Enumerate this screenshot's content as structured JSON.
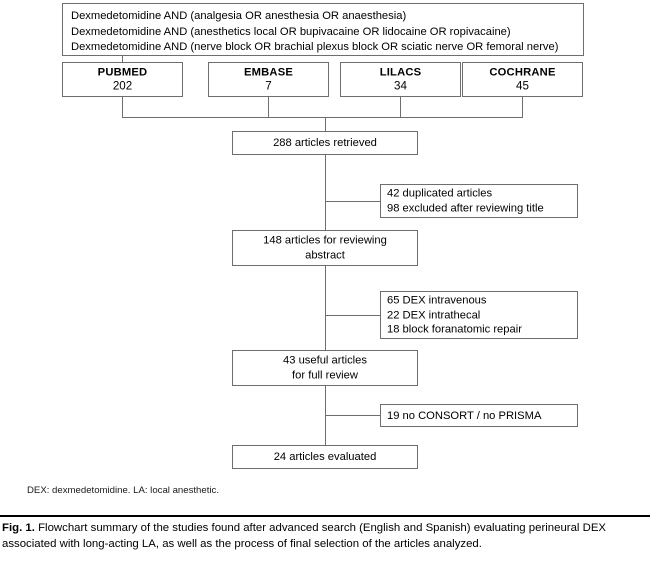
{
  "figure": {
    "label": "Fig. 1.",
    "caption": " Flowchart summary of the studies found after advanced search (English and Spanish) evaluating perineural DEX associated with long-acting LA, as well as the process of final selection of the articles analyzed.",
    "footnote": "DEX: dexmedetomidine. LA: local anesthetic."
  },
  "search_query": {
    "lines": [
      "Dexmedetomidine AND (analgesia OR anesthesia OR anaesthesia)",
      "Dexmedetomidine AND (anesthetics local OR bupivacaine OR lidocaine OR ropivacaine)",
      "Dexmedetomidine AND (nerve block OR brachial plexus block OR sciatic nerve OR femoral nerve)"
    ]
  },
  "chart_data": {
    "type": "diagram",
    "title": "PRISMA-style article selection flowchart",
    "databases": [
      {
        "name": "PUBMED",
        "count": "202"
      },
      {
        "name": "EMBASE",
        "count": "7"
      },
      {
        "name": "LILACS",
        "count": "34"
      },
      {
        "name": "COCHRANE",
        "count": "45"
      }
    ],
    "stages": [
      {
        "id": "retrieved",
        "lines": [
          "288 articles retrieved"
        ]
      },
      {
        "id": "abstract",
        "lines": [
          "148 articles for reviewing",
          "abstract"
        ]
      },
      {
        "id": "fullreview",
        "lines": [
          "43 useful articles",
          "for full review"
        ]
      },
      {
        "id": "evaluated",
        "lines": [
          "24 articles evaluated"
        ]
      }
    ],
    "exclusions": [
      {
        "id": "excl1",
        "lines": [
          "42 duplicated articles",
          "98 excluded after reviewing title"
        ]
      },
      {
        "id": "excl2",
        "lines": [
          "65 DEX intravenous",
          "22 DEX intrathecal",
          "18 block foranatomic repair"
        ]
      },
      {
        "id": "excl3",
        "lines": [
          "19 no CONSORT / no PRISMA"
        ]
      }
    ]
  },
  "colors": {
    "box_border": "#6e6e6e",
    "text": "#000000",
    "background": "#ffffff"
  }
}
